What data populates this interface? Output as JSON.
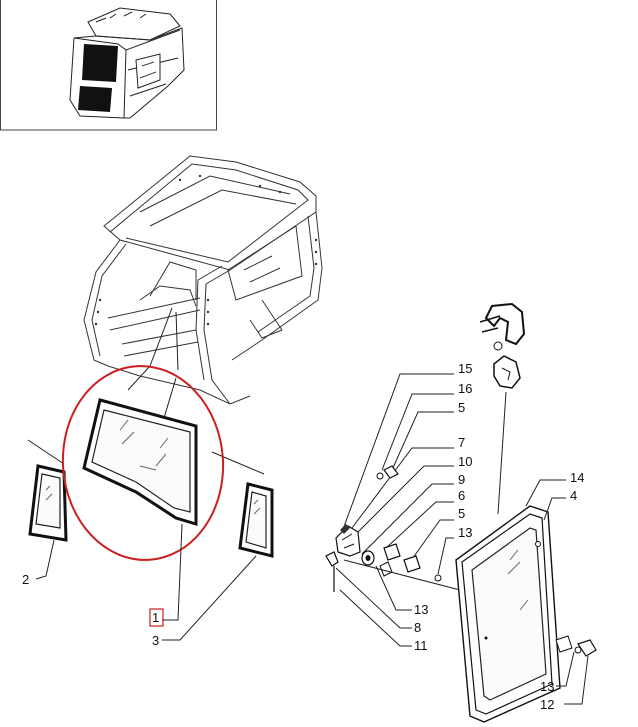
{
  "callouts": {
    "c1": "1",
    "c2": "2",
    "c3": "3",
    "c4": "4",
    "c5a": "5",
    "c5b": "5",
    "c6": "6",
    "c7": "7",
    "c8": "8",
    "c9": "9",
    "c10": "10",
    "c11": "11",
    "c12": "12",
    "c13a": "13",
    "c13b": "13",
    "c13c": "13",
    "c14": "14",
    "c15": "15",
    "c16": "16"
  },
  "colors": {
    "highlight_ellipse": "#cc1f1f",
    "highlight_box": "#cc1f1f",
    "line": "#222222"
  }
}
